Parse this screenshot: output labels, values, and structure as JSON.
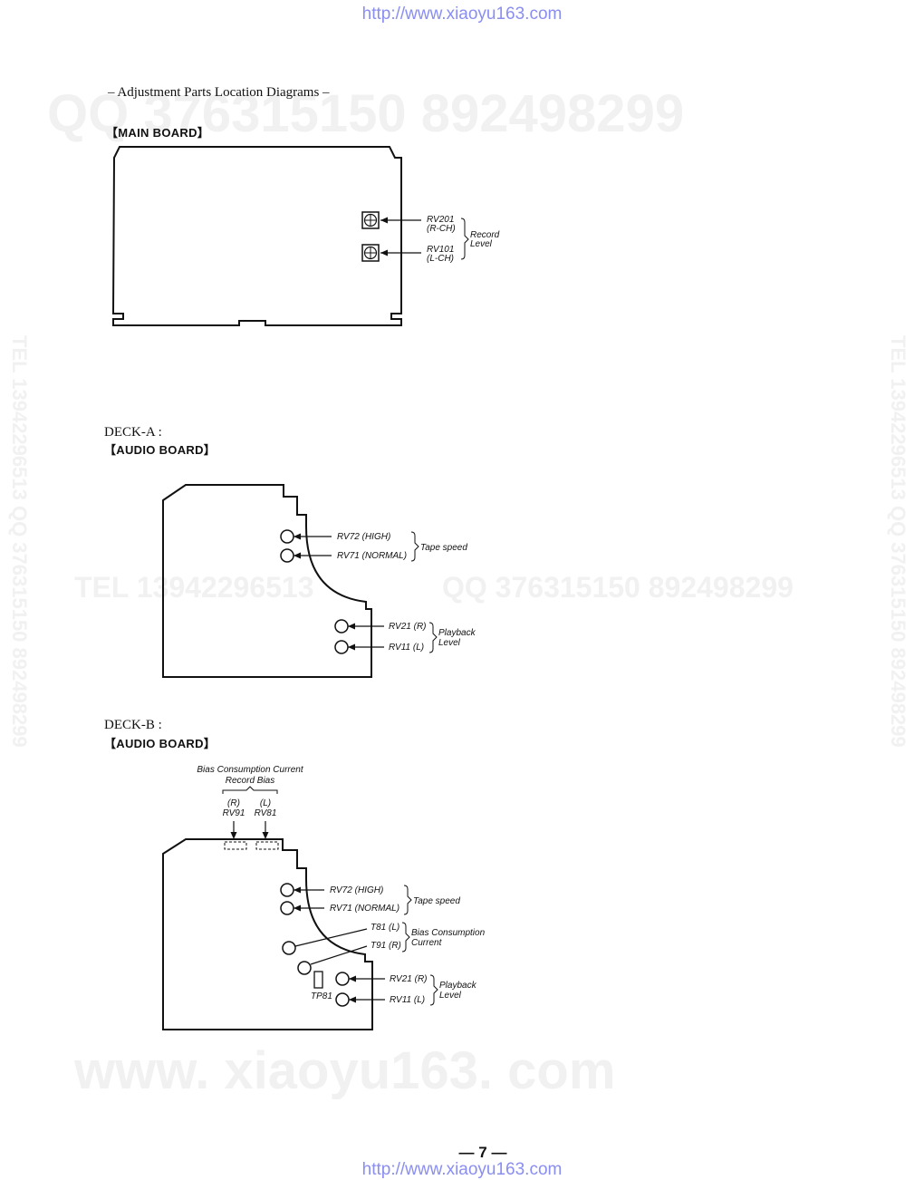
{
  "header_url": "http://www.xiaoyu163.com",
  "footer_url": "http://www.xiaoyu163.com",
  "section_title": "– Adjustment Parts Location Diagrams –",
  "watermarks": {
    "qq_top": "QQ 376315150   892498299",
    "tel_middle": "TEL 13942296513",
    "qq_middle": "QQ 376315150  892498299",
    "vertical_left": "TEL 13942296513  QQ 376315150  892498299",
    "vertical_right": "TEL 13942296513  QQ 376315150  892498299",
    "site_bottom": "www. xiaoyu163. com"
  },
  "main_board": {
    "title": "【MAIN BOARD】",
    "rv201": "RV201",
    "rv201_ch": "(R-CH)",
    "rv101": "RV101",
    "rv101_ch": "(L-CH)",
    "group_label_1": "Record",
    "group_label_2": "Level"
  },
  "deck_a": {
    "deck_label": "DECK-A :",
    "board_title": "【AUDIO BOARD】",
    "rv72": "RV72 (HIGH)",
    "rv71": "RV71 (NORMAL)",
    "tape_speed": "Tape speed",
    "rv21": "RV21 (R)",
    "rv11": "RV11 (L)",
    "playback_1": "Playback",
    "playback_2": "Level"
  },
  "deck_b": {
    "deck_label": "DECK-B :",
    "board_title": "【AUDIO BOARD】",
    "bias_title_1": "Bias Consumption Current",
    "bias_title_2": "Record Bias",
    "r_label": "(R)",
    "l_label": "(L)",
    "rv91": "RV91",
    "rv81": "RV81",
    "rv72": "RV72 (HIGH)",
    "rv71": "RV71 (NORMAL)",
    "tape_speed": "Tape speed",
    "t81": "T81 (L)",
    "t91": "T91 (R)",
    "bias_current_1": "Bias Consumption",
    "bias_current_2": "Current",
    "tp81": "TP81",
    "rv21": "RV21 (R)",
    "rv11": "RV11 (L)",
    "playback_1": "Playback",
    "playback_2": "Level"
  },
  "page_number": "— 7 —"
}
